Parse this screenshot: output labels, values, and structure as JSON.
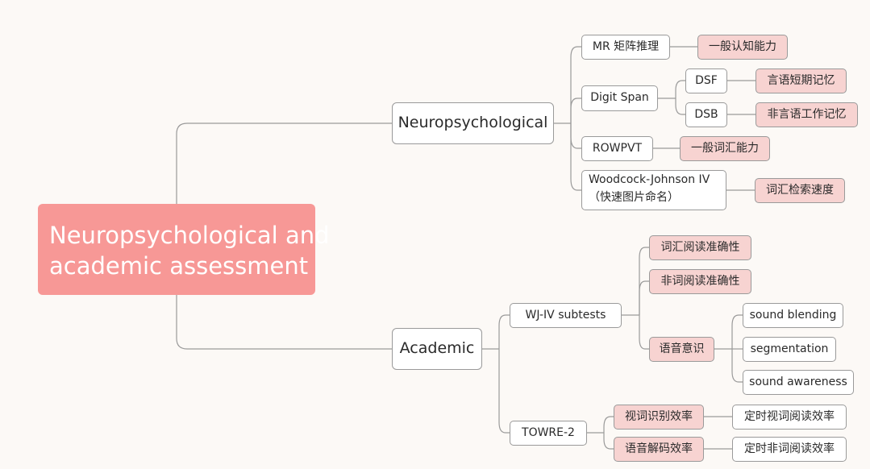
{
  "root": {
    "line1": "Neuropsychological and",
    "line2": "academic assessment"
  },
  "branches": {
    "neuro": {
      "label": "Neuropsychological",
      "items": {
        "mr": {
          "label": "MR 矩阵推理",
          "ability": "一般认知能力"
        },
        "digit_span": {
          "label": "Digit Span",
          "dsf": {
            "label": "DSF",
            "ability": "言语短期记忆"
          },
          "dsb": {
            "label": "DSB",
            "ability": "非言语工作记忆"
          }
        },
        "rowpvt": {
          "label": "ROWPVT",
          "ability": "一般词汇能力"
        },
        "wj": {
          "line1": "Woodcock-Johnson IV",
          "line2": "（快速图片命名）",
          "ability": "词汇检索速度"
        }
      }
    },
    "academic": {
      "label": "Academic",
      "wj_subtests": {
        "label": "WJ-IV subtests",
        "word_accuracy": "词汇阅读准确性",
        "nonword_accuracy": "非词阅读准确性",
        "phon": {
          "label": "语音意识",
          "sound_blending": "sound blending",
          "segmentation": "segmentation",
          "sound_awareness": "sound awareness"
        }
      },
      "towre": {
        "label": "TOWRE-2",
        "sight": {
          "label": "视词识别效率",
          "task": "定时视词阅读效率"
        },
        "decode": {
          "label": "语音解码效率",
          "task": "定时非词阅读效率"
        }
      }
    }
  },
  "colors": {
    "background": "#fcf9f6",
    "root_fill": "#f79896",
    "highlight_fill": "#f7d3d1",
    "connector": "#9a9a9a"
  }
}
